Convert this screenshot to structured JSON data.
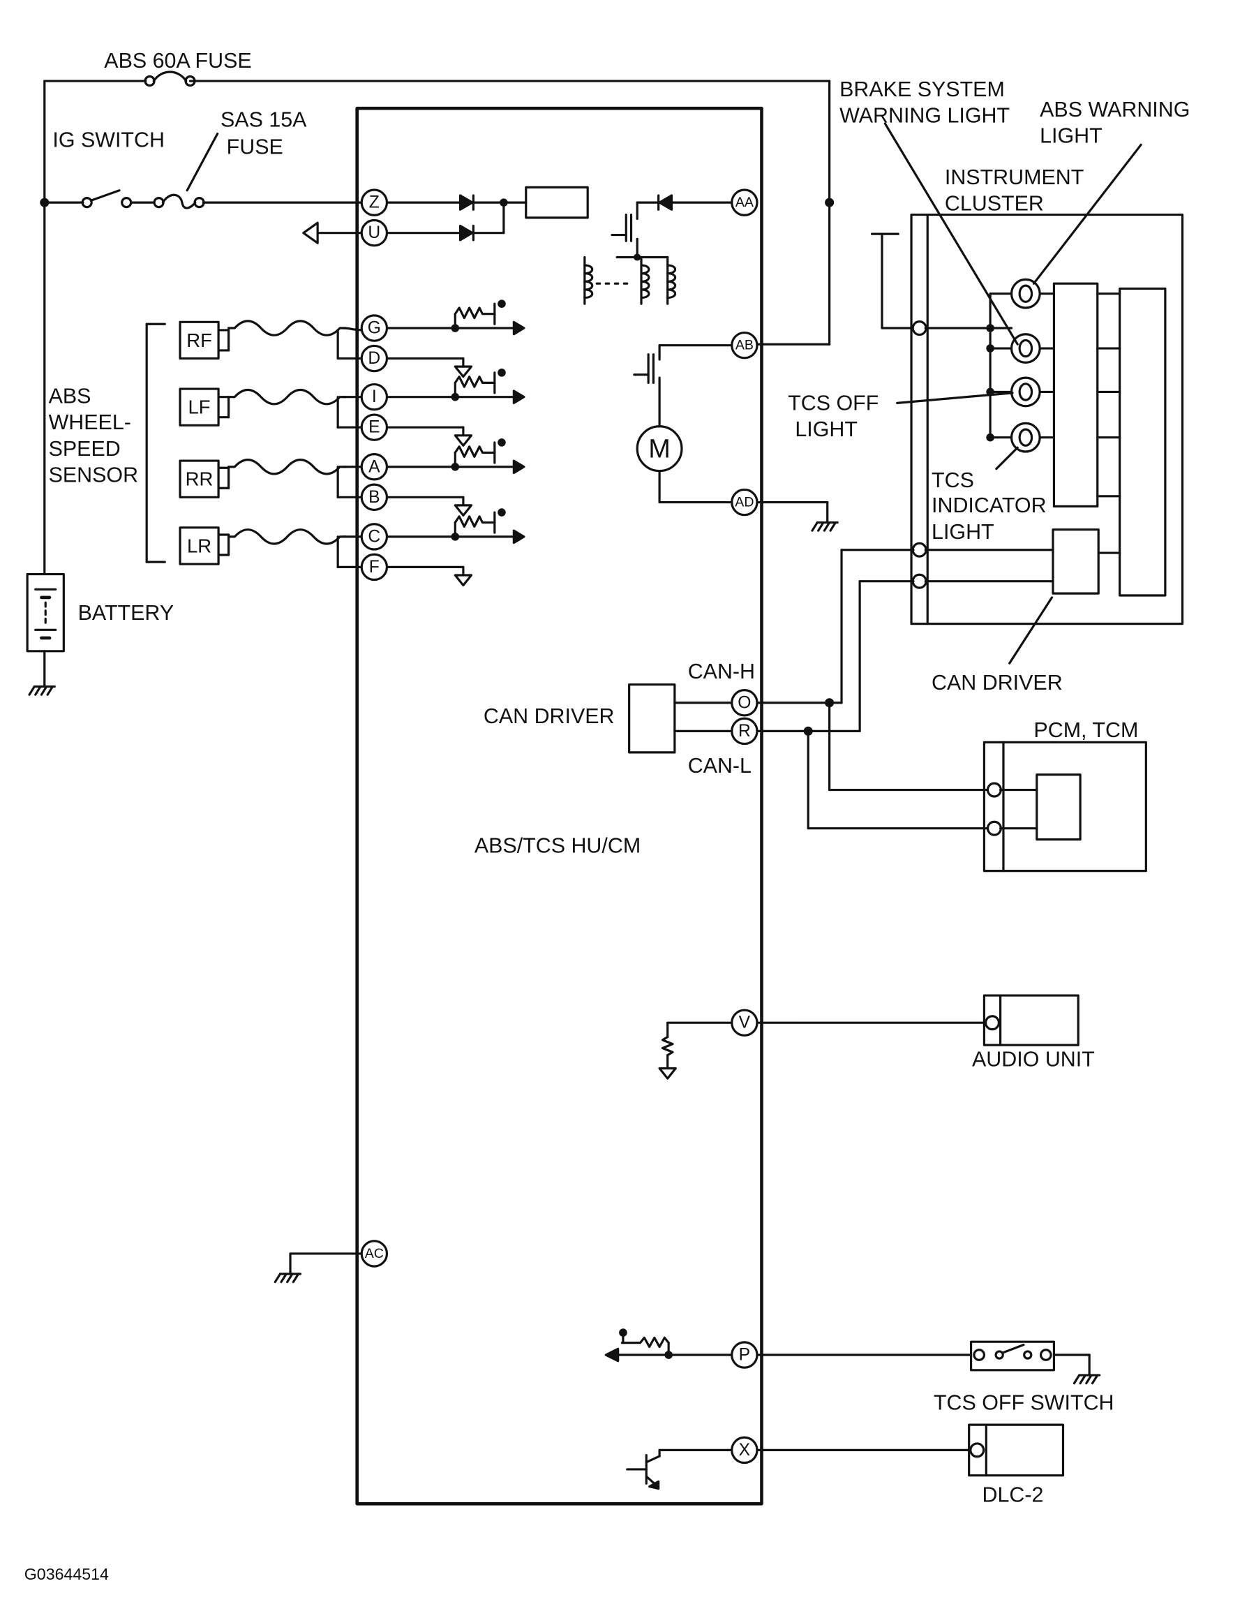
{
  "labels": {
    "abs_fuse": "ABS 60A FUSE",
    "ig_switch": "IG SWITCH",
    "sas_fuse_1": "SAS 15A",
    "sas_fuse_2": "FUSE",
    "brake_warning_1": "BRAKE SYSTEM",
    "brake_warning_2": "WARNING LIGHT",
    "abs_warning_1": "ABS WARNING",
    "abs_warning_2": "LIGHT",
    "cluster_1": "INSTRUMENT",
    "cluster_2": "CLUSTER",
    "sensor_1": "ABS",
    "sensor_2": "WHEEL-",
    "sensor_3": "SPEED",
    "sensor_4": "SENSOR",
    "battery": "BATTERY",
    "tcs_off_light_1": "TCS OFF",
    "tcs_off_light_2": "LIGHT",
    "tcs_indicator_1": "TCS",
    "tcs_indicator_2": "INDICATOR",
    "tcs_indicator_3": "LIGHT",
    "can_h": "CAN-H",
    "can_l": "CAN-L",
    "can_driver_left": "CAN DRIVER",
    "can_driver_right": "CAN DRIVER",
    "pcm_tcm": "PCM, TCM",
    "module": "ABS/TCS HU/CM",
    "audio_unit": "AUDIO UNIT",
    "tcs_off_switch": "TCS OFF SWITCH",
    "dlc2": "DLC-2",
    "figure_id": "G03644514",
    "motor": "M"
  },
  "sensors": [
    "RF",
    "LF",
    "RR",
    "LR"
  ],
  "pins": {
    "Z": "Z",
    "U": "U",
    "G": "G",
    "D": "D",
    "I": "I",
    "E": "E",
    "A": "A",
    "B": "B",
    "C": "C",
    "F": "F",
    "AA": "AA",
    "AB": "AB",
    "AD": "AD",
    "AC": "AC",
    "O": "O",
    "R": "R",
    "V": "V",
    "P": "P",
    "X": "X"
  }
}
